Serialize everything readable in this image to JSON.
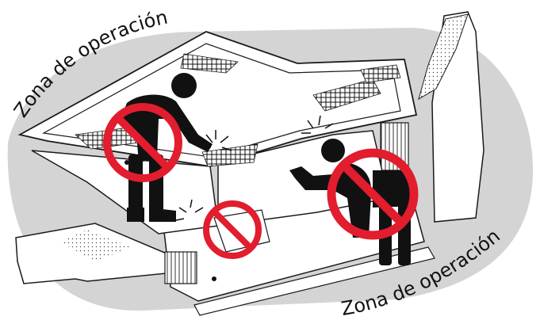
{
  "zone_labels": {
    "top": "Zona de operación",
    "bottom": "Zona de operación"
  },
  "colors": {
    "zone_fill": "#d4d4d4",
    "prohibition_red": "#e11d2e",
    "figure_black": "#111111",
    "outline": "#1a1a1a",
    "background": "#ffffff"
  },
  "icons": [
    "person-silhouette-icon",
    "prohibition-icon",
    "pinch-point-icon",
    "stopper-marker"
  ]
}
